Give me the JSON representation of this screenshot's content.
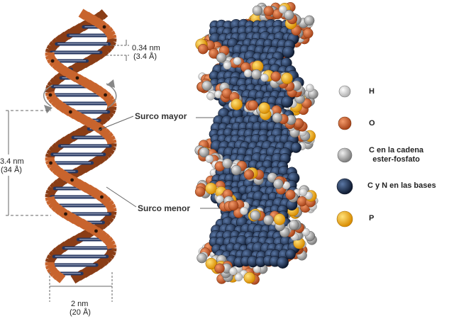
{
  "dimensions": {
    "pitch_nm": "0.34 nm",
    "pitch_angstrom": "(3.4 Å)",
    "turn_nm": "3.4 nm",
    "turn_angstrom": "(34 Å)",
    "width_nm": "2 nm",
    "width_angstrom": "(20 Å)"
  },
  "grooves": {
    "major": "Surco mayor",
    "minor": "Surco menor"
  },
  "legend": [
    {
      "label": "H",
      "color": "#e6e6e6"
    },
    {
      "label": "O",
      "color": "#d2622e"
    },
    {
      "label": "C en la cadena\nester-fosfato",
      "color": "#b4b4b4"
    },
    {
      "label": "C y N en las bases",
      "color": "#1e3250"
    },
    {
      "label": "P",
      "color": "#f5b823"
    }
  ],
  "colors": {
    "backbone": "#c8642d",
    "backbone_dark": "#8a3d16",
    "base_pair": "#25365f",
    "base_highlight": "#dfe3f2"
  }
}
